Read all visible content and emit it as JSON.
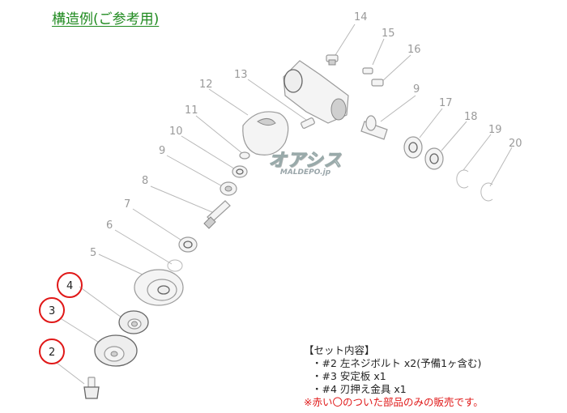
{
  "title": "構造例(ご参考用)",
  "watermark": {
    "logo": "オアシス",
    "site": "MALDEPO.jp"
  },
  "labels": [
    "14",
    "15",
    "16",
    "9",
    "13",
    "12",
    "17",
    "18",
    "19",
    "20",
    "11",
    "10",
    "9",
    "8",
    "7",
    "6",
    "5",
    "4",
    "3",
    "2"
  ],
  "highlighted": [
    "4",
    "3",
    "2"
  ],
  "contents": {
    "heading": "【セット内容】",
    "items": [
      "・#2 左ネジボルト x2(予備1ヶ含む)",
      "・#3 安定板 x1",
      "・#4 刃押え金具 x1"
    ],
    "note": "※赤い〇のついた部品のみの販売です。"
  },
  "colors": {
    "accent_green": "#1f8a1f",
    "highlight_red": "#e01818"
  }
}
